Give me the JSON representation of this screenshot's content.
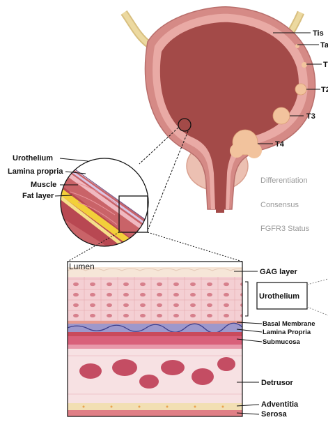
{
  "stage_labels": {
    "tis": "Tis",
    "ta": "Ta",
    "t1": "T",
    "t2": "T2",
    "t3": "T3",
    "t4": "T4"
  },
  "side_labels": {
    "differentiation": "Differentiation",
    "consensus": "Consensus",
    "fgfr3": "FGFR3 Status"
  },
  "wall_layers": {
    "urothelium": "Urothelium",
    "lamina_propria": "Lamina propria",
    "muscle": "Muscle",
    "fat_layer": "Fat layer"
  },
  "section": {
    "lumen": "Lumen",
    "gag": "GAG layer",
    "urothelium": "Urothelium",
    "basal_membrane": "Basal Membrane",
    "lamina_propria": "Lamina Propria",
    "submucosa": "Submucosa",
    "detrusor": "Detrusor",
    "adventitia": "Adventitia",
    "serosa": "Serosa"
  },
  "colors": {
    "bladder_outer": "#d58a86",
    "bladder_inner": "#a34a48",
    "fat": "#f2cf3a",
    "tumor": "#f2c39d",
    "ureter": "#ecd9a0"
  }
}
